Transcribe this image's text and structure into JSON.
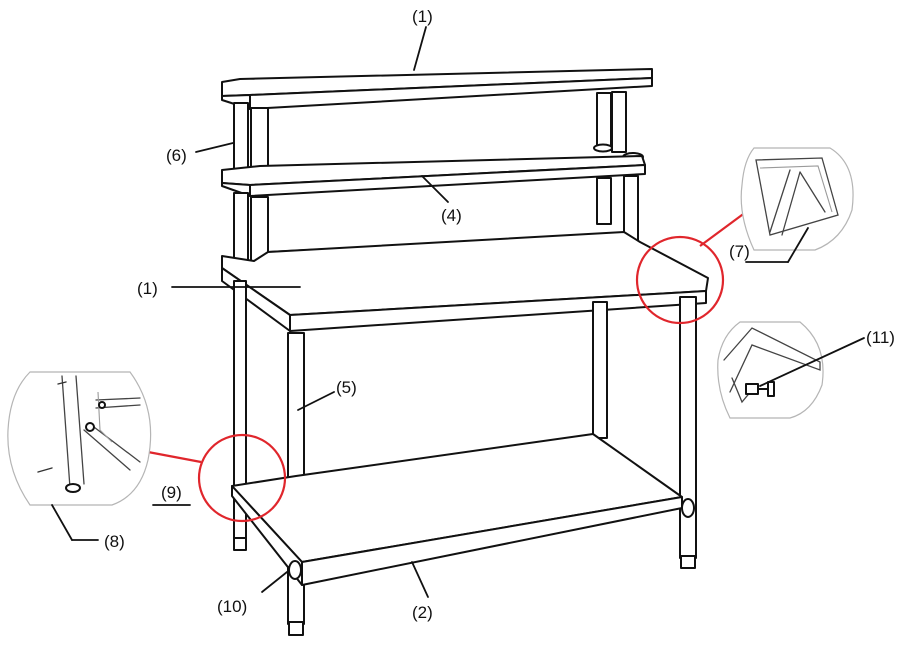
{
  "colors": {
    "line": "#111111",
    "highlight": "#e0262c",
    "detail_border": "#b5b5b5"
  },
  "callouts": [
    {
      "id": "c1-top",
      "text": "(1)"
    },
    {
      "id": "c6",
      "text": "(6)"
    },
    {
      "id": "c4",
      "text": "(4)"
    },
    {
      "id": "c7",
      "text": "(7)"
    },
    {
      "id": "c1-work",
      "text": "(1)"
    },
    {
      "id": "c11",
      "text": "(11)"
    },
    {
      "id": "c5",
      "text": "(5)"
    },
    {
      "id": "c9",
      "text": "(9)"
    },
    {
      "id": "c8",
      "text": "(8)"
    },
    {
      "id": "c10",
      "text": "(10)"
    },
    {
      "id": "c2",
      "text": "(2)"
    }
  ]
}
